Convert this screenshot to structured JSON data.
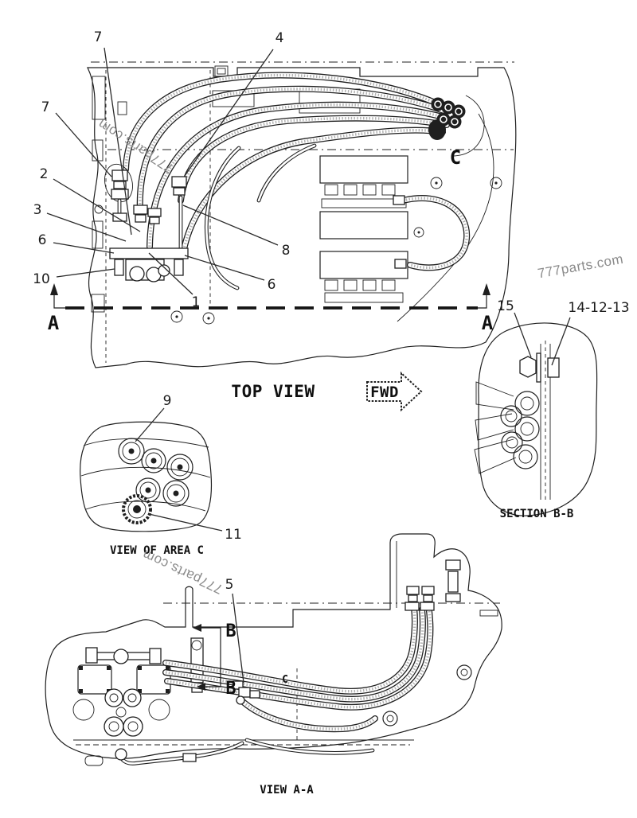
{
  "colors": {
    "ink": "#1f1f1f",
    "watermark": "#8b8b8b",
    "background": "#ffffff"
  },
  "watermarks": {
    "w1": "777parts.com",
    "w2": "777parts.com",
    "w3": "777parts.com"
  },
  "top_view": {
    "title": "TOP VIEW",
    "area_label": "C",
    "section_arrow_left": "A",
    "section_arrow_right": "A",
    "callouts": {
      "c7_top": "7",
      "c4": "4",
      "c7_left": "7",
      "c2": "2",
      "c3": "3",
      "c6_left": "6",
      "c10": "10",
      "c1": "1",
      "c8": "8",
      "c6_right": "6"
    }
  },
  "fwd_indicator": {
    "label": "FWD"
  },
  "section_bb": {
    "title": "SECTION B-B",
    "callout_15": "15",
    "callout_14_12_13": "14-12-13"
  },
  "view_of_area_c": {
    "title": "VIEW OF AREA C",
    "callout_9": "9",
    "callout_11": "11"
  },
  "view_aa": {
    "title": "VIEW A-A",
    "callout_5": "5",
    "section_arrow_top": "B",
    "section_arrow_bottom": "B",
    "area_label": "C"
  }
}
